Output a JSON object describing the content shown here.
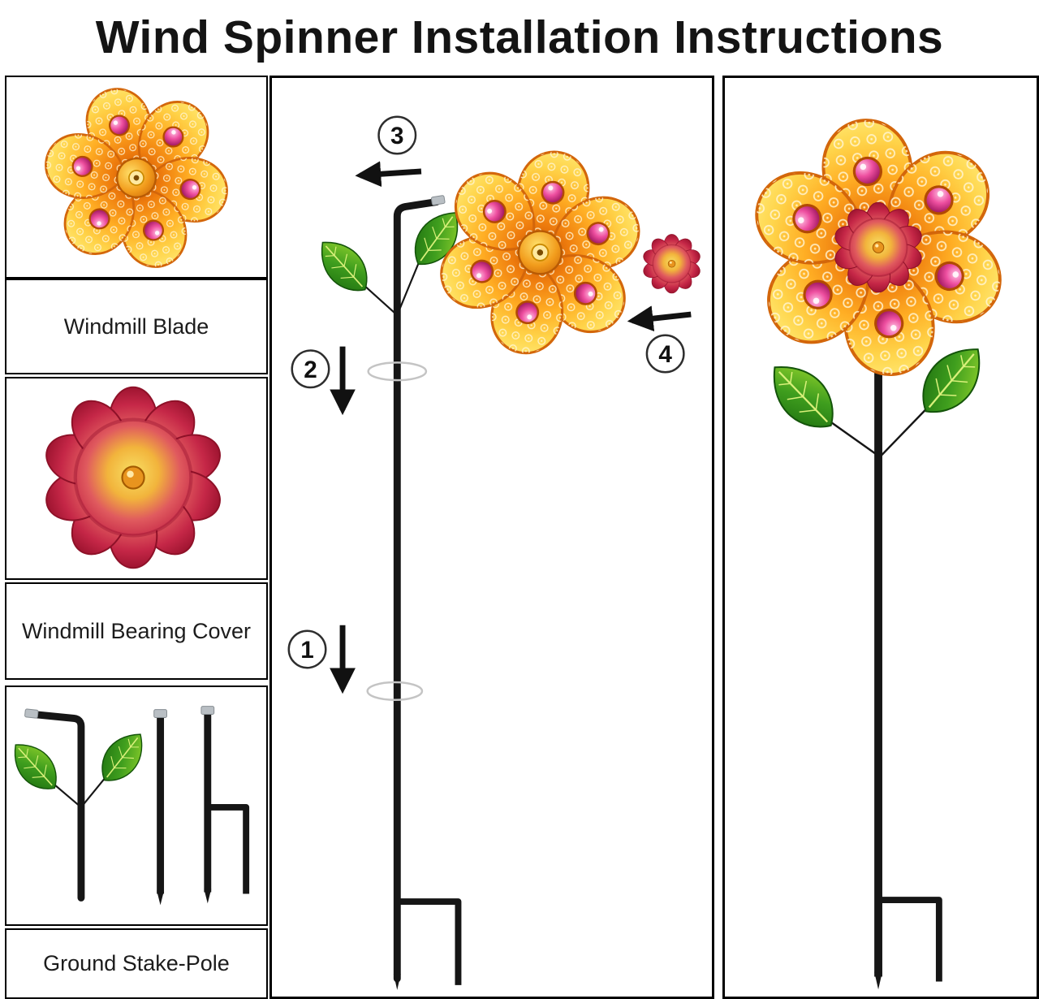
{
  "title": "Wind Spinner Installation Instructions",
  "sidebar": {
    "blade_label": "Windmill Blade",
    "bearing_label": "Windmill Bearing Cover",
    "stake_label": "Ground Stake-Pole"
  },
  "steps": {
    "s1": "1",
    "s2": "2",
    "s3": "3",
    "s4": "4"
  },
  "colors": {
    "petal_orange": "#EF7E0E",
    "petal_yellow": "#FFD44A",
    "gem_pink": "#EE4FA0",
    "bearing_red": "#C52747",
    "bearing_gold": "#F2B43C",
    "leaf_green": "#3F9E1E",
    "pole_black": "#161616",
    "border_black": "#000000"
  }
}
